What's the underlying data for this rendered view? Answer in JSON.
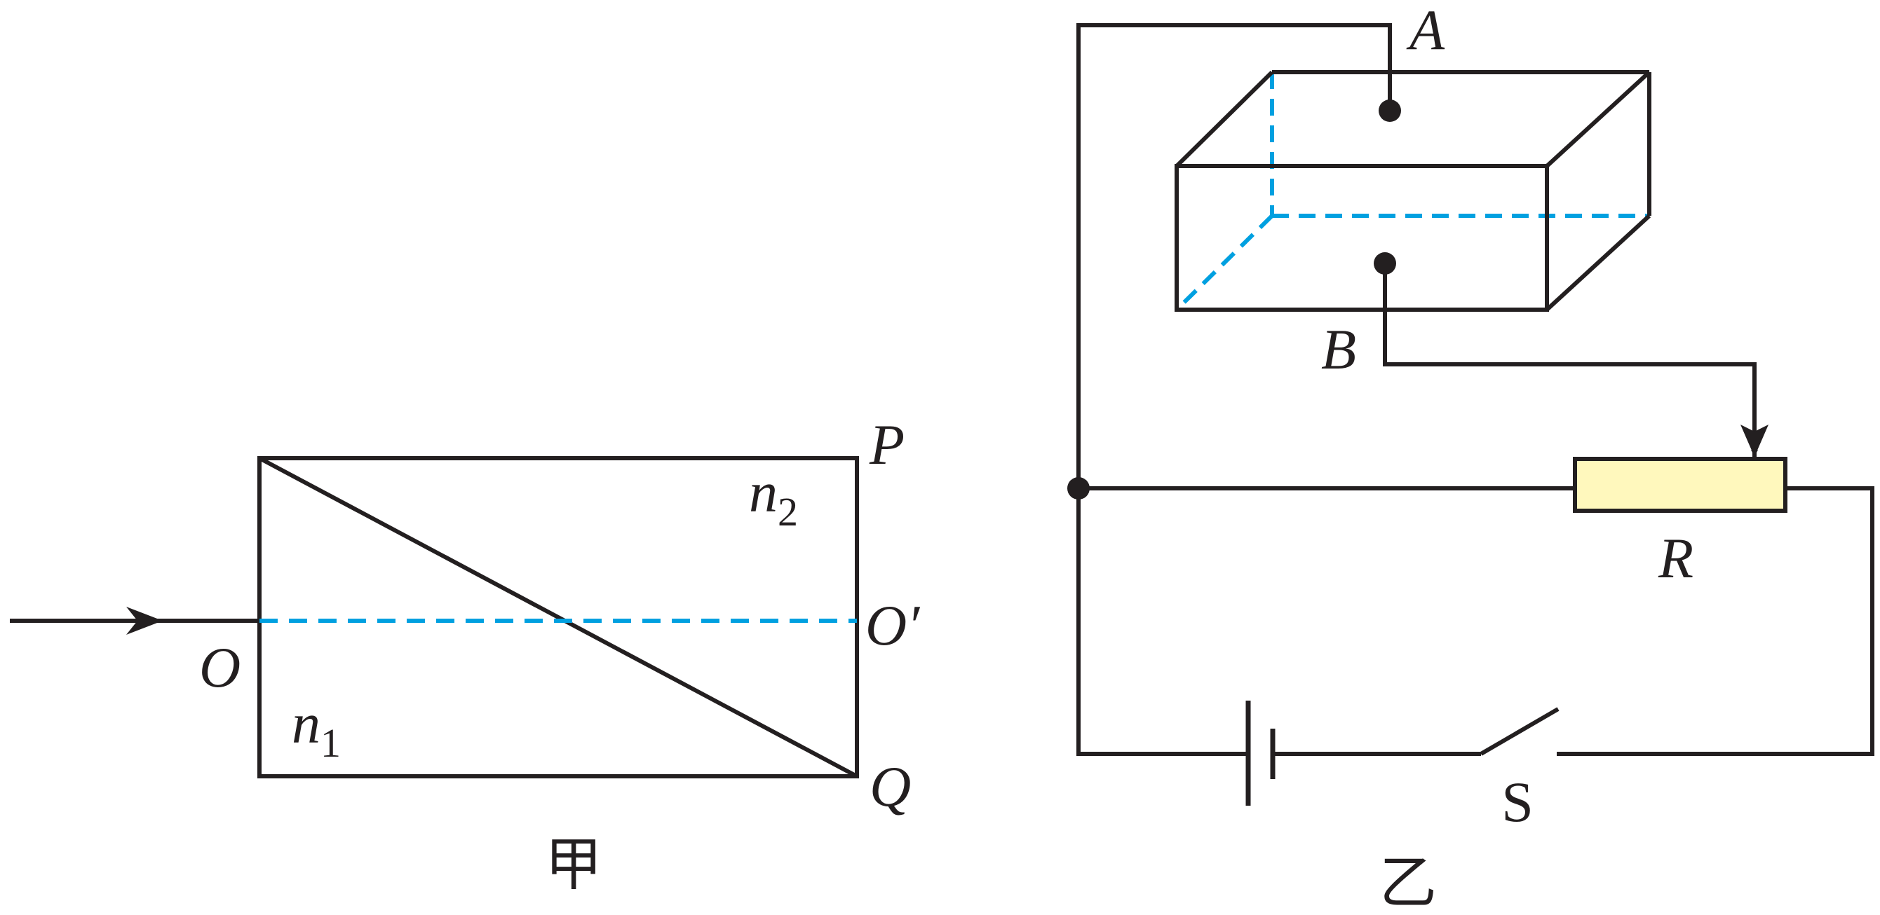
{
  "figure_jia": {
    "caption": "甲",
    "labels": {
      "P": "P",
      "Q": "Q",
      "O": "O",
      "O_prime": "O′",
      "n1": "n",
      "n1_sub": "1",
      "n2": "n",
      "n2_sub": "2"
    }
  },
  "figure_yi": {
    "caption": "乙",
    "labels": {
      "A": "A",
      "B": "B",
      "R": "R",
      "S": "S"
    }
  },
  "colors": {
    "line": "#231f20",
    "dashed": "#00a0e0",
    "resistor_fill": "#fff8bd"
  }
}
